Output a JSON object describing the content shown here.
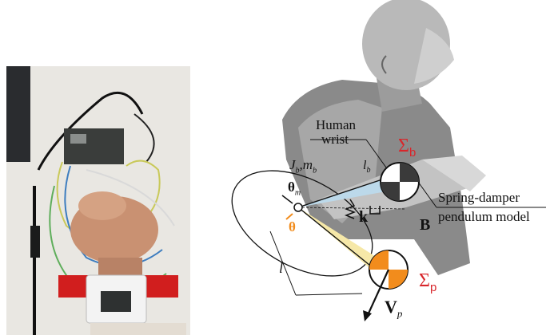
{
  "diagram": {
    "human_wrist_line1": "Human",
    "human_wrist_line2": "wrist",
    "sigma_b_symbol": "Σ",
    "sigma_b_sub": "b",
    "inertia_J": "J",
    "inertia_J_sub": "b",
    "inertia_m": "m",
    "inertia_m_sub": "b",
    "theta_m": "θ",
    "theta_m_sub": "m",
    "lb": "l",
    "lb_sub": "b",
    "spring_line1": "Spring-damper",
    "spring_line2": "pendulum model",
    "k_label": "k",
    "B_label": "B",
    "theta_label": "θ",
    "l_label": "l",
    "sigma_p_symbol": "Σ",
    "sigma_p_sub": "p",
    "vp_label": "V",
    "vp_sub": "p"
  },
  "colors": {
    "accent_red": "#d8262b",
    "accent_orange": "#f28c1c",
    "skin_gray": "#b9b9b9",
    "strap_red": "#d11e1e"
  }
}
